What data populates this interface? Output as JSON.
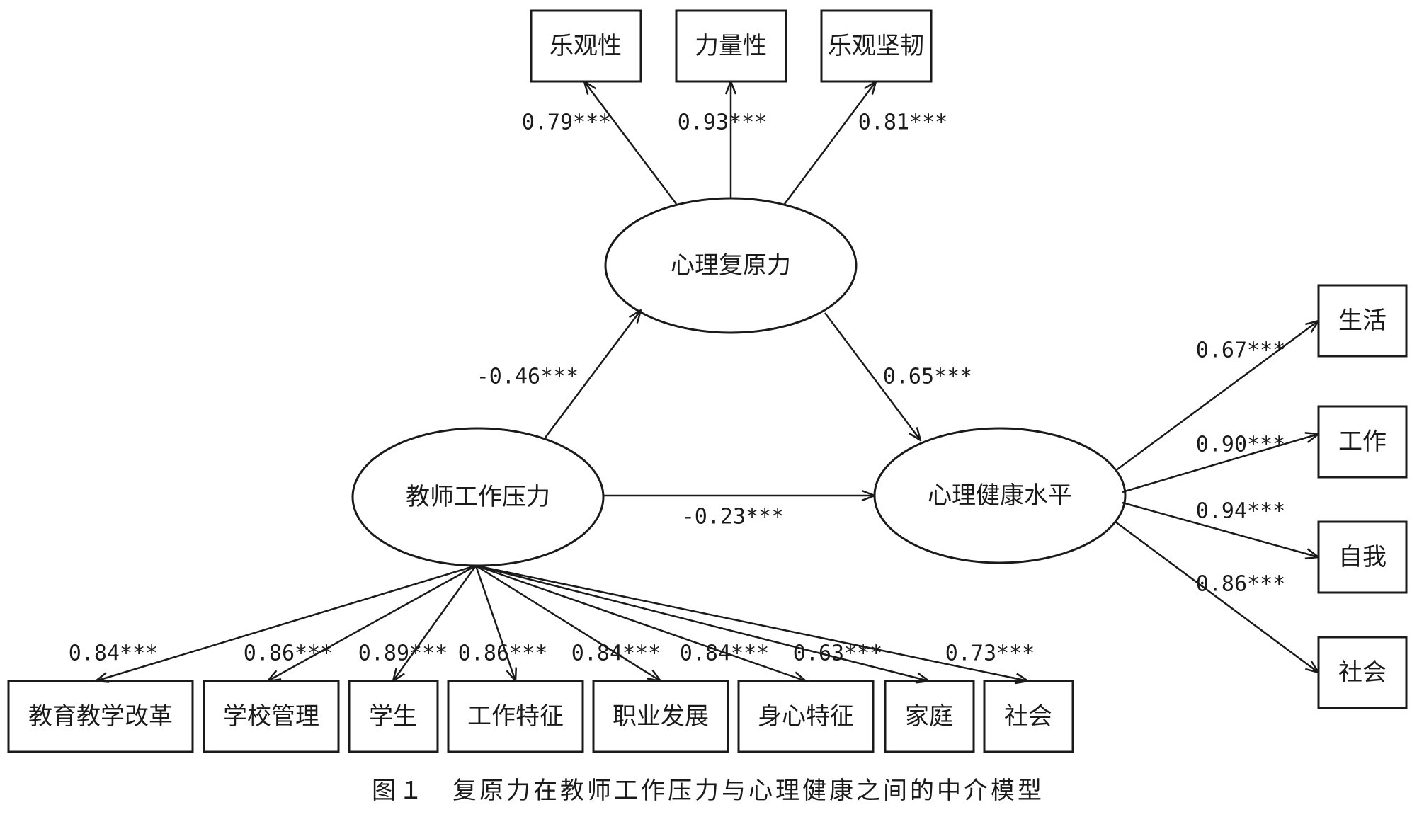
{
  "latent": {
    "resilience": "心理复原力",
    "stress": "教师工作压力",
    "health": "心理健康水平"
  },
  "indicators": {
    "resilience": [
      "乐观性",
      "力量性",
      "乐观坚韧"
    ],
    "stress": [
      "教育教学改革",
      "学校管理",
      "学生",
      "工作特征",
      "职业发展",
      "身心特征",
      "家庭",
      "社会"
    ],
    "health": [
      "生活",
      "工作",
      "自我",
      "社会"
    ]
  },
  "loadings": {
    "resilience": [
      "0.79***",
      "0.93***",
      "0.81***"
    ],
    "stress": [
      "0.84***",
      "0.86***",
      "0.89***",
      "0.86***",
      "0.84***",
      "0.84***",
      "0.63***",
      "0.73***"
    ],
    "health": [
      "0.67***",
      "0.90***",
      "0.94***",
      "0.86***"
    ]
  },
  "paths": {
    "stress_to_resilience": "-0.46***",
    "resilience_to_health": "0.65***",
    "stress_to_health": "-0.23***"
  },
  "caption": "图１　复原力在教师工作压力与心理健康之间的中介模型"
}
